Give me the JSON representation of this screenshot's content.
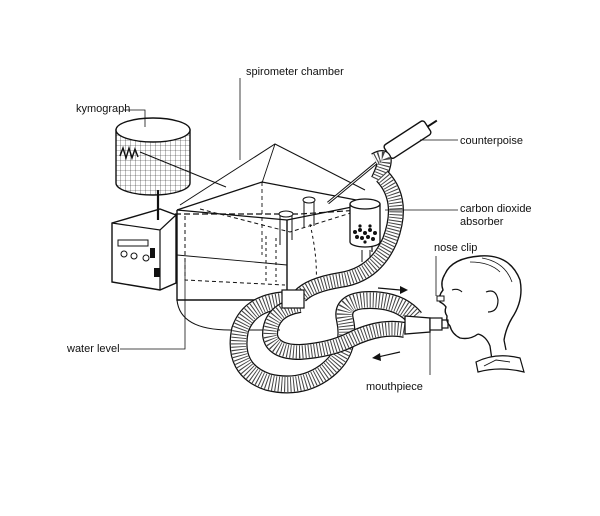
{
  "figure": {
    "labels": {
      "kymograph": "kymograph",
      "spirometer_chamber": "spirometer chamber",
      "counterpoise": "counterpoise",
      "co2_absorber_line1": "carbon dioxide",
      "co2_absorber_line2": "absorber",
      "nose_clip": "nose clip",
      "water_level": "water level",
      "mouthpiece": "mouthpiece"
    }
  }
}
